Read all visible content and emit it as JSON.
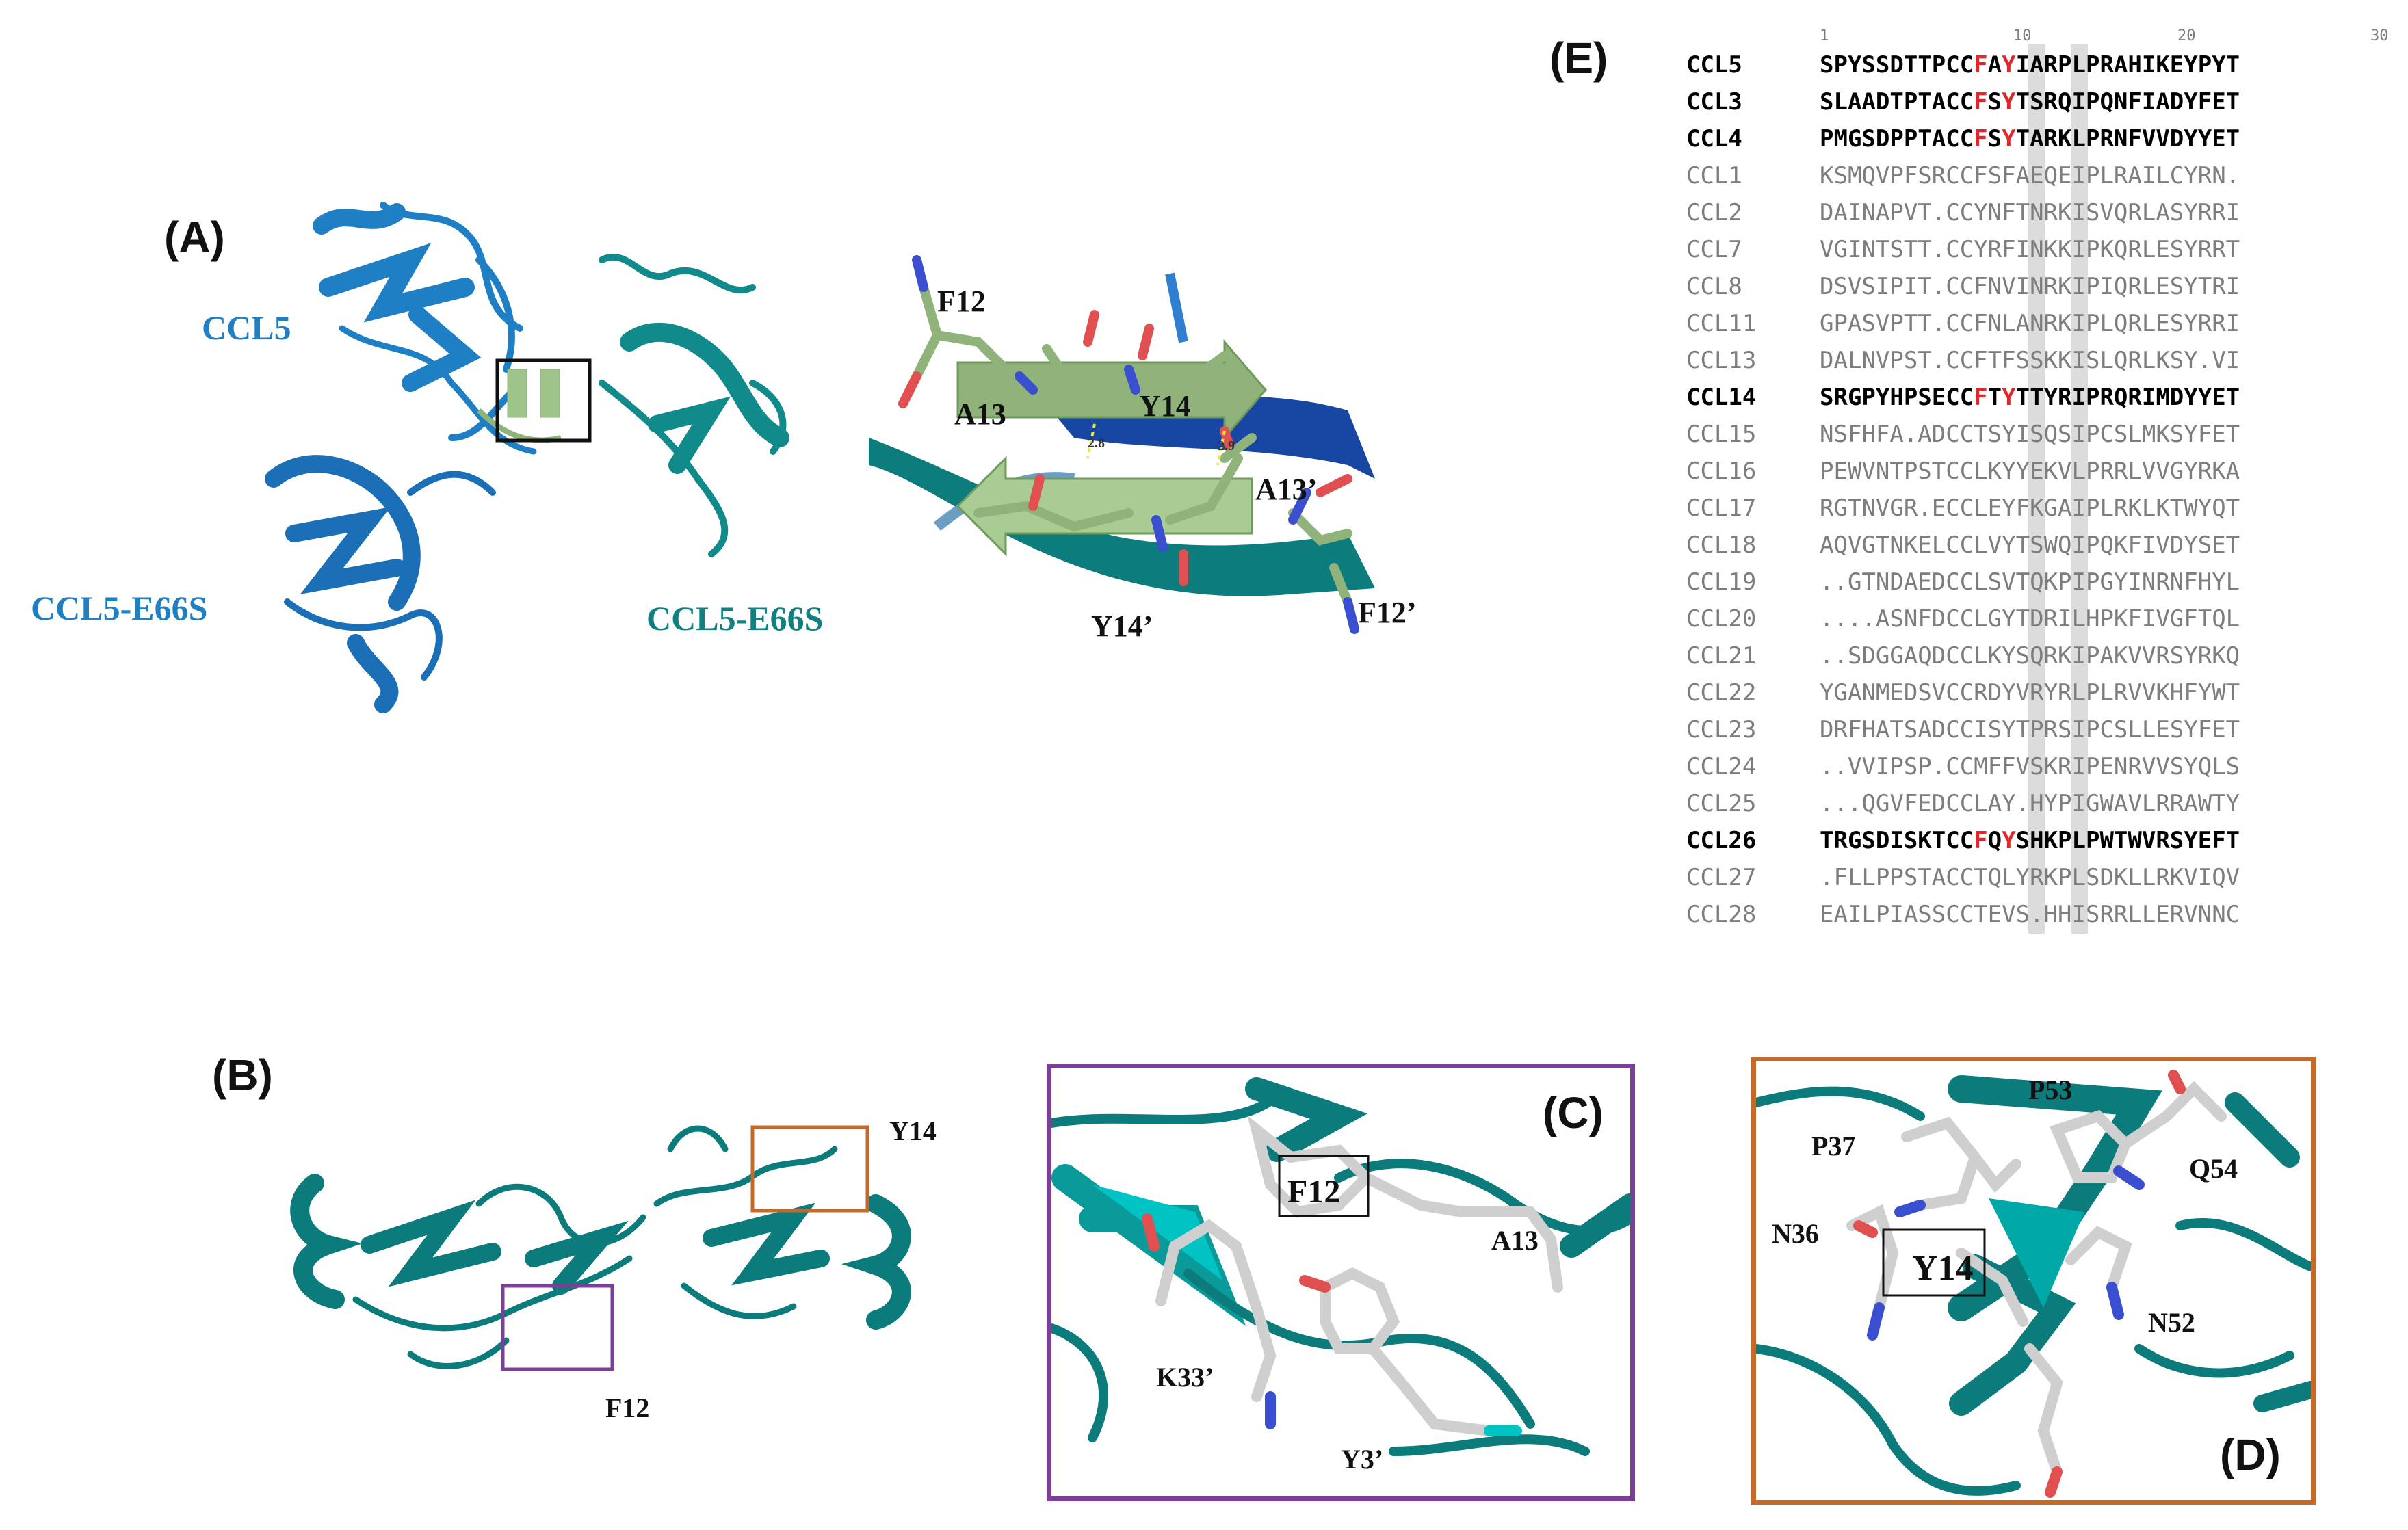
{
  "panels": {
    "A": "(A)",
    "B": "(B)",
    "C": "(C)",
    "D": "(D)",
    "E": "(E)"
  },
  "panel_a": {
    "label_ccl5": "CCL5",
    "label_ccl5_e66s_left": "CCL5-E66S",
    "label_ccl5_e66s_right": "CCL5-E66S",
    "zoom_labels": {
      "f12": "F12",
      "a13": "A13",
      "y14": "Y14",
      "a13p": "A13’",
      "y14p": "Y14’",
      "f12p": "F12’",
      "dist1": "2.8",
      "dist2": "2.9"
    }
  },
  "panel_b": {
    "y14": "Y14",
    "f12": "F12"
  },
  "panel_c": {
    "f12": "F12",
    "a13": "A13",
    "k33p": "K33’",
    "y3p": "Y3’"
  },
  "panel_d": {
    "p53": "P53",
    "p37": "P37",
    "q54": "Q54",
    "n36": "N36",
    "y14": "Y14",
    "n52": "N52"
  },
  "alignment": {
    "ruler": [
      "1",
      "10",
      "20",
      "30"
    ],
    "rows": [
      {
        "name": "CCL5",
        "bold": true,
        "pre": "SPYSSDTTPCC",
        "r12": "F",
        "r13": "A",
        "r14": "Y",
        "post": "IARPLPRAHIKEYPYT"
      },
      {
        "name": "CCL3",
        "bold": true,
        "pre": "SLAADTPTACC",
        "r12": "F",
        "r13": "S",
        "r14": "Y",
        "post": "TSRQIPQNFIADYFET"
      },
      {
        "name": "CCL4",
        "bold": true,
        "pre": "PMGSDPPTACC",
        "r12": "F",
        "r13": "S",
        "r14": "Y",
        "post": "TARKLPRNFVVDYYET"
      },
      {
        "name": "CCL1",
        "bold": false,
        "pre": "KSMQVPFSRCC",
        "r12": "F",
        "r13": "S",
        "r14": "F",
        "post": "AEQEIPLRAILCYRN."
      },
      {
        "name": "CCL2",
        "bold": false,
        "pre": "DAINAPVT.CC",
        "r12": "Y",
        "r13": "N",
        "r14": "F",
        "post": "TNRKISVQRLASYRRI"
      },
      {
        "name": "CCL7",
        "bold": false,
        "pre": "VGINTSTT.CC",
        "r12": "Y",
        "r13": "R",
        "r14": "F",
        "post": "INKKIPKQRLESYRRT"
      },
      {
        "name": "CCL8",
        "bold": false,
        "pre": "DSVSIPIT.CC",
        "r12": "F",
        "r13": "N",
        "r14": "V",
        "post": "INRKIPIQRLESYTRI"
      },
      {
        "name": "CCL11",
        "bold": false,
        "pre": "GPASVPTT.CC",
        "r12": "F",
        "r13": "N",
        "r14": "L",
        "post": "ANRKIPLQRLESYRRI"
      },
      {
        "name": "CCL13",
        "bold": false,
        "pre": "DALNVPST.CC",
        "r12": "F",
        "r13": "T",
        "r14": "F",
        "post": "SSKKISLQRLKSY.VI"
      },
      {
        "name": "CCL14",
        "bold": true,
        "pre": "SRGPYHPSECC",
        "r12": "F",
        "r13": "T",
        "r14": "Y",
        "post": "TTYRIPRQRIMDYYET"
      },
      {
        "name": "CCL15",
        "bold": false,
        "pre": "NSFHFA.ADCC",
        "r12": "T",
        "r13": "S",
        "r14": "Y",
        "post": "ISQSIPCSLMKSYFET"
      },
      {
        "name": "CCL16",
        "bold": false,
        "pre": "PEWVNTPSTCC",
        "r12": "L",
        "r13": "K",
        "r14": "Y",
        "post": "YEKVLPRRLVVGYRKA"
      },
      {
        "name": "CCL17",
        "bold": false,
        "pre": "RGTNVGR.ECC",
        "r12": "L",
        "r13": "E",
        "r14": "Y",
        "post": "FKGAIPLRKLKTWYQT"
      },
      {
        "name": "CCL18",
        "bold": false,
        "pre": "AQVGTNKELCC",
        "r12": "L",
        "r13": "V",
        "r14": "Y",
        "post": "TSWQIPQKFIVDYSET"
      },
      {
        "name": "CCL19",
        "bold": false,
        "pre": "..GTNDAEDCC",
        "r12": "L",
        "r13": "S",
        "r14": "V",
        "post": "TQKPIPGYINRNFHYL"
      },
      {
        "name": "CCL20",
        "bold": false,
        "pre": "....ASNFDCC",
        "r12": "L",
        "r13": "G",
        "r14": "Y",
        "post": "TDRILHPKFIVGFTQL"
      },
      {
        "name": "CCL21",
        "bold": false,
        "pre": "..SDGGAQDCC",
        "r12": "L",
        "r13": "K",
        "r14": "Y",
        "post": "SQRKIPAKVVRSYRKQ"
      },
      {
        "name": "CCL22",
        "bold": false,
        "pre": "YGANMEDSVCC",
        "r12": "R",
        "r13": "D",
        "r14": "Y",
        "post": "VRYRLPLRVVKHFYWT"
      },
      {
        "name": "CCL23",
        "bold": false,
        "pre": "DRFHATSADCC",
        "r12": "I",
        "r13": "S",
        "r14": "Y",
        "post": "TPRSIPCSLLESYFET"
      },
      {
        "name": "CCL24",
        "bold": false,
        "pre": "..VVIPSP.CC",
        "r12": "M",
        "r13": "F",
        "r14": "F",
        "post": "VSKRIPENRVVSYQLS"
      },
      {
        "name": "CCL25",
        "bold": false,
        "pre": "...QGVFEDCC",
        "r12": "L",
        "r13": "A",
        "r14": "Y",
        "post": ".HYPIGWAVLRRAWTY"
      },
      {
        "name": "CCL26",
        "bold": true,
        "pre": "TRGSDISKTCC",
        "r12": "F",
        "r13": "Q",
        "r14": "Y",
        "post": "SHKPLPWTWVRSYEFT"
      },
      {
        "name": "CCL27",
        "bold": false,
        "pre": ".FLLPPSTACC",
        "r12": "T",
        "r13": "Q",
        "r14": "L",
        "post": "YRKPLSDKLLRKVIQV"
      },
      {
        "name": "CCL28",
        "bold": false,
        "pre": "EAILPIASSCC",
        "r12": "T",
        "r13": "E",
        "r14": "V",
        "post": "S.HHISRRLLERVNNC"
      }
    ]
  },
  "colors": {
    "blue": "#1f7fc4",
    "teal": "#118080",
    "green": "#8fb37a",
    "highlight": "#e3262b",
    "purple_box": "#7b3f98",
    "orange_box": "#c46a28"
  }
}
